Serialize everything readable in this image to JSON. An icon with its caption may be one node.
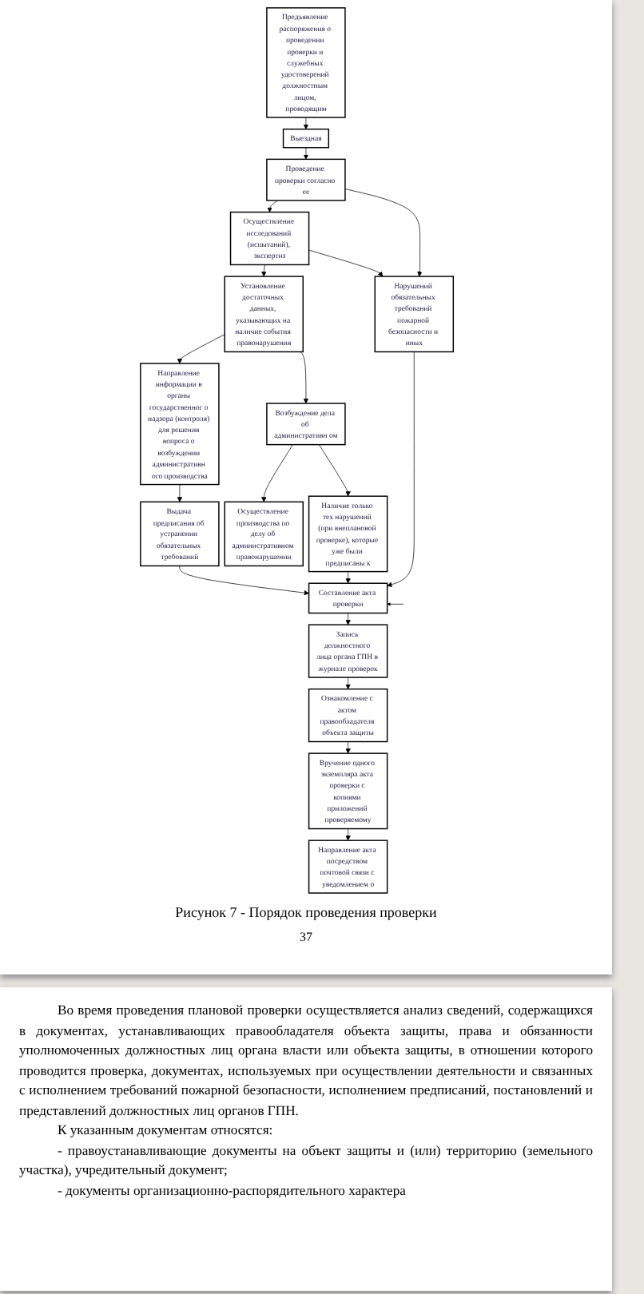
{
  "diagram": {
    "caption": "Рисунок 7 - Порядок проведения проверки",
    "nodes": [
      {
        "text": [
          "Предъявление распоряжения о проведении проверки и служебных удостоверений должностным лицом, проводящим"
        ]
      },
      {
        "text": [
          "Выездная"
        ]
      },
      {
        "text": [
          "Проведение проверки согласно ее"
        ]
      },
      {
        "text": [
          "Осуществление исследований (испытаний), экспертиз"
        ]
      },
      {
        "text": [
          "Установление достаточных данных, указывающих на наличие события правонарушения"
        ]
      },
      {
        "text": [
          "Направление информации в органы государственног о надзора (контроля) для решения вопроса о возбуждении административн ого производства"
        ]
      },
      {
        "text": [
          "Нарушений обязательных требований пожарной безопасности и иных"
        ]
      },
      {
        "text": [
          "Осуществление производства по делу об административном правонарушении"
        ]
      },
      {
        "text": [
          "Наличие только тех нарушений (при внеплановой проверке), которые уже были предписаны к"
        ]
      },
      {
        "text": [
          "Возбуждение дела об административн ом"
        ]
      },
      {
        "text": [
          "Выдача предписания об устранении обязательных требований"
        ]
      },
      {
        "text": [
          "Направление акта посредством почтовой связи с уведомлением о"
        ]
      },
      {
        "text": [
          "Вручение одного экземпляра акта проверки с копиями приложений проверяемому"
        ]
      },
      {
        "text": [
          "Ознакомление с актом правообладателя объекта защиты"
        ]
      },
      {
        "text": [
          "Запись должностного лица органа ГПН в журнале проверок"
        ]
      },
      {
        "text": [
          "Составление акта проверки"
        ]
      }
    ],
    "edges": [
      {
        "from": 0,
        "to": 1,
        "arrow": "to"
      },
      {
        "from": 1,
        "to": 2,
        "arrow": "to"
      },
      {
        "from": 2,
        "to": 3,
        "arrow": "to"
      },
      {
        "from": 3,
        "to": 4,
        "arrow": "to"
      },
      {
        "from": 4,
        "to": 5,
        "arrow": "to"
      },
      {
        "from": 2,
        "to": 6,
        "arrow": "to"
      },
      {
        "from": 3,
        "to": 6,
        "arrow": "to"
      },
      {
        "from": 4,
        "to": 9,
        "arrow": "to"
      },
      {
        "from": 9,
        "to": 7,
        "arrow": "to"
      },
      {
        "from": 9,
        "to": 8,
        "arrow": "to"
      },
      {
        "from": 6,
        "to": 15,
        "arrow": "to"
      },
      {
        "from": 8,
        "to": 15,
        "arrow": "to"
      },
      {
        "from": 5,
        "to": 10,
        "arrow": "to"
      },
      {
        "from": 10,
        "to": 15,
        "arrow": "to"
      },
      {
        "from": null,
        "to": 15,
        "arrow": "to"
      },
      {
        "from": 15,
        "to": 14,
        "arrow": "to"
      },
      {
        "from": 14,
        "to": 13,
        "arrow": "to"
      },
      {
        "from": 13,
        "to": 12,
        "arrow": "to"
      },
      {
        "from": 12,
        "to": 11,
        "arrow": "to"
      }
    ],
    "labels": [
      "37",
      "Во время проведения плановой проверки осуществляется анализ сведений, содержащихся в документах, устанавливающих правообладателя объекта защиты, права и обязанности уполномоченных должностных лиц органа власти или объекта защиты, в отношении которого проводится проверка, документах, используемых при осуществлении деятельности и связанных с исполнением требований пожарной безопасности, исполнением предписаний, постановлений и представлений должностных лиц органов ГПН.",
      "К указанным документам относятся:",
      "- правоустанавливающие документы на объект защиты и (или) территорию (земельного участка), учредительный документ;",
      "- документы организационно-распорядительного характера"
    ]
  }
}
